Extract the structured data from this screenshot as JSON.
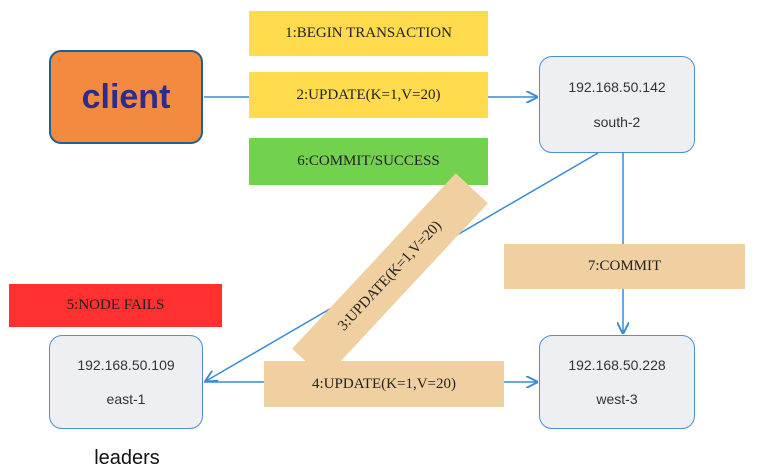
{
  "client": {
    "label": "client"
  },
  "nodes": {
    "south": {
      "ip": "192.168.50.142",
      "name": "south-2"
    },
    "east": {
      "ip": "192.168.50.109",
      "name": "east-1"
    },
    "west": {
      "ip": "192.168.50.228",
      "name": "west-3"
    }
  },
  "steps": {
    "s1": "1:BEGIN TRANSACTION",
    "s2": "2:UPDATE(K=1,V=20)",
    "s3": "3:UPDATE(K=1,V=20)",
    "s4": "4:UPDATE(K=1,V=20)",
    "s5": "5:NODE FAILS",
    "s6": "6:COMMIT/SUCCESS",
    "s7": "7:COMMIT"
  },
  "caption": "leaders",
  "colors": {
    "client_fill": "#f28b40",
    "client_text": "#2b2c8f",
    "node_fill": "#eeeff3",
    "node_border": "#4a8fd8",
    "arrow": "#3a8ad6",
    "yellow": "#ffdb4d",
    "green": "#72d24e",
    "tan": "#f0cfa0",
    "red": "#ff3030"
  }
}
